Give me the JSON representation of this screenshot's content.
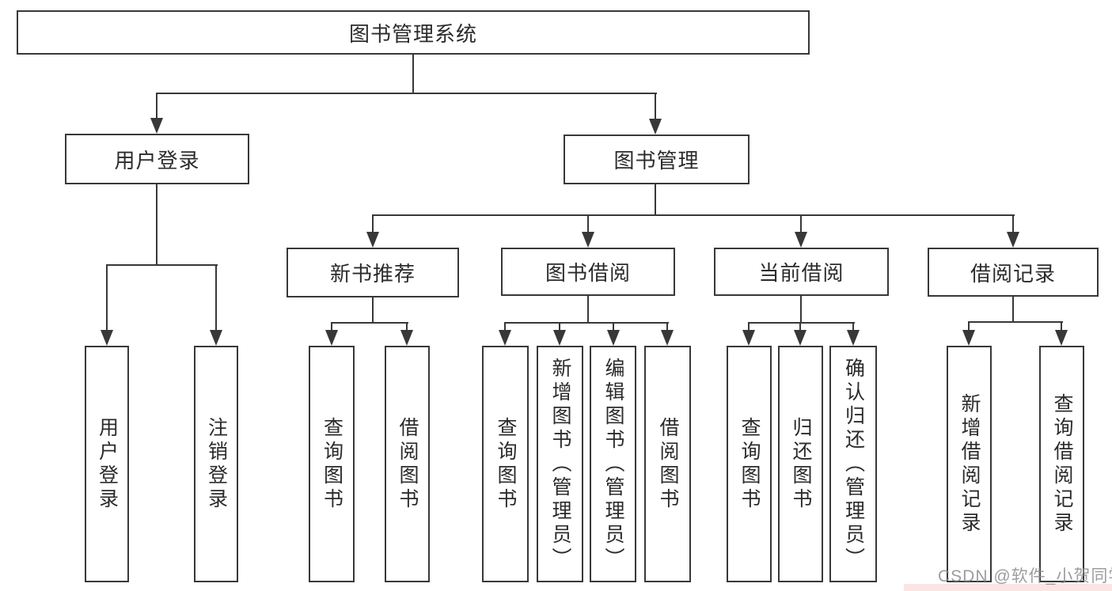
{
  "nodes": {
    "root": "图书管理系统",
    "user_login": "用户登录",
    "book_mgmt": "图书管理",
    "new_book": "新书推荐",
    "book_borrow": "图书借阅",
    "current_borrow": "当前借阅",
    "borrow_records": "借阅记录",
    "leaf_user_login": "用户登录",
    "leaf_logout": "注销登录",
    "leaf_query_book_1": "查询图书",
    "leaf_borrow_book_1": "借阅图书",
    "leaf_query_book_2": "查询图书",
    "leaf_add_book_admin": "新增图书（管理员）",
    "leaf_edit_book_admin": "编辑图书（管理员）",
    "leaf_borrow_book_2": "借阅图书",
    "leaf_query_book_3": "查询图书",
    "leaf_return_book": "归还图书",
    "leaf_confirm_return_admin": "确认归还（管理员）",
    "leaf_add_borrow_record": "新增借阅记录",
    "leaf_query_borrow_record": "查询借阅记录"
  },
  "watermark": "CSDN @软件_小贺同学",
  "colors": {
    "line": "#383838",
    "text": "#2b2b2b",
    "background": "#ffffff",
    "watermark": "#8c8c8c"
  }
}
